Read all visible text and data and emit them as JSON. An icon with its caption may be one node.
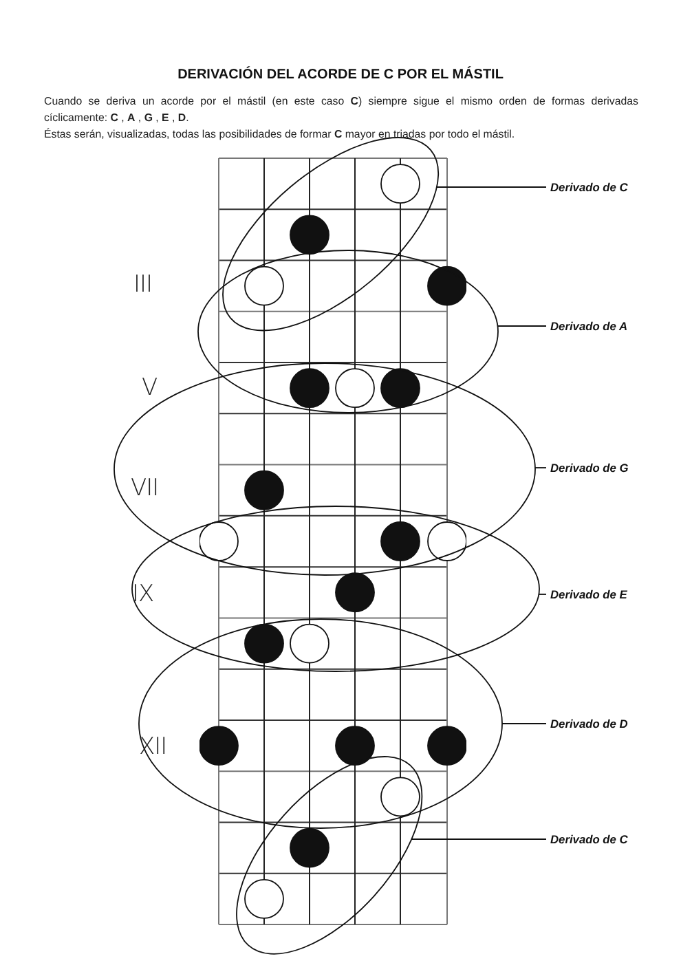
{
  "diagram": {
    "title": "DERIVACIÓN DEL ACORDE DE C POR EL MÁSTIL",
    "nodes": [
      {
        "text": [],
        "shape": "ellipse"
      },
      {
        "text": [
          "Derivado de C"
        ]
      },
      {
        "text": [],
        "shape": "ellipse"
      },
      {
        "text": [
          "Derivado de A"
        ]
      },
      {
        "text": [],
        "shape": "ellipse"
      },
      {
        "text": [
          "Derivado de G"
        ]
      },
      {
        "text": [],
        "shape": "ellipse"
      },
      {
        "text": [
          "Derivado de E"
        ]
      },
      {
        "text": [],
        "shape": "ellipse"
      },
      {
        "text": [
          "Derivado de D"
        ]
      },
      {
        "text": [],
        "shape": "ellipse"
      },
      {
        "text": [
          "Derivado de C"
        ]
      }
    ],
    "edges": [
      {
        "from": 1,
        "to": 0,
        "arrow": "none"
      },
      {
        "from": 3,
        "to": 2,
        "arrow": "none"
      },
      {
        "from": 5,
        "to": 4,
        "arrow": "none"
      },
      {
        "from": 7,
        "to": 6,
        "arrow": "none"
      },
      {
        "from": 9,
        "to": 8,
        "arrow": "none"
      },
      {
        "from": 11,
        "to": 10,
        "arrow": "none"
      }
    ],
    "labels": [
      "Cuando se deriva un acorde por el mástil (en este caso **C**) siempre sigue el mismo orden de formas derivadas cíclicamente: **C** , **A** , **G** , **E** , **D**.",
      "Éstas serán, visualizadas, todas las posibilidades de formar **C** mayor en triadas por todo el mástil.",
      "III",
      "V",
      "VII",
      "IX",
      "XII"
    ]
  }
}
